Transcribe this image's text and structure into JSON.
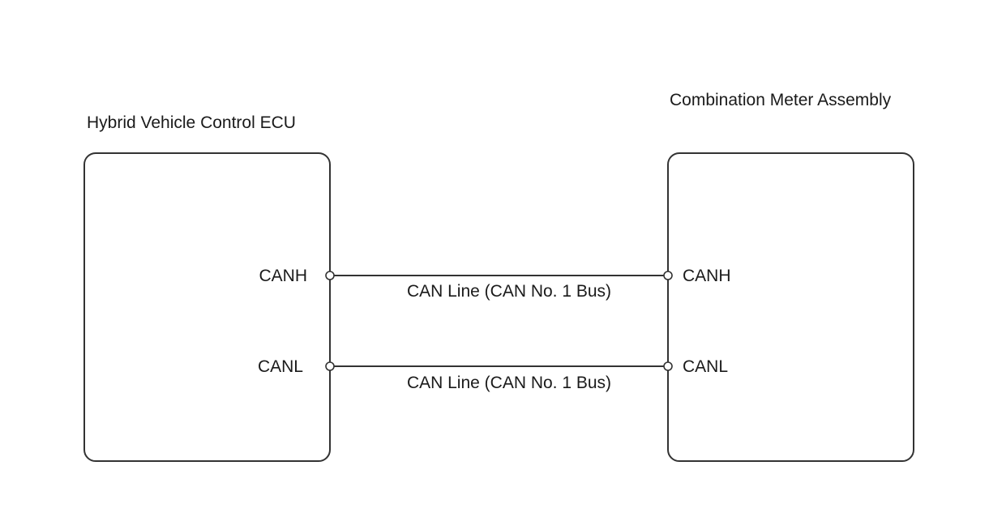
{
  "components": {
    "left": {
      "title": "Hybrid Vehicle Control ECU",
      "pins": [
        "CANH",
        "CANL"
      ]
    },
    "right": {
      "title": "Combination Meter Assembly",
      "pins": [
        "CANH",
        "CANL"
      ]
    }
  },
  "wires": [
    {
      "from": "CANH",
      "to": "CANH",
      "label": "CAN Line (CAN No. 1 Bus)"
    },
    {
      "from": "CANL",
      "to": "CANL",
      "label": "CAN Line (CAN No. 1 Bus)"
    }
  ]
}
